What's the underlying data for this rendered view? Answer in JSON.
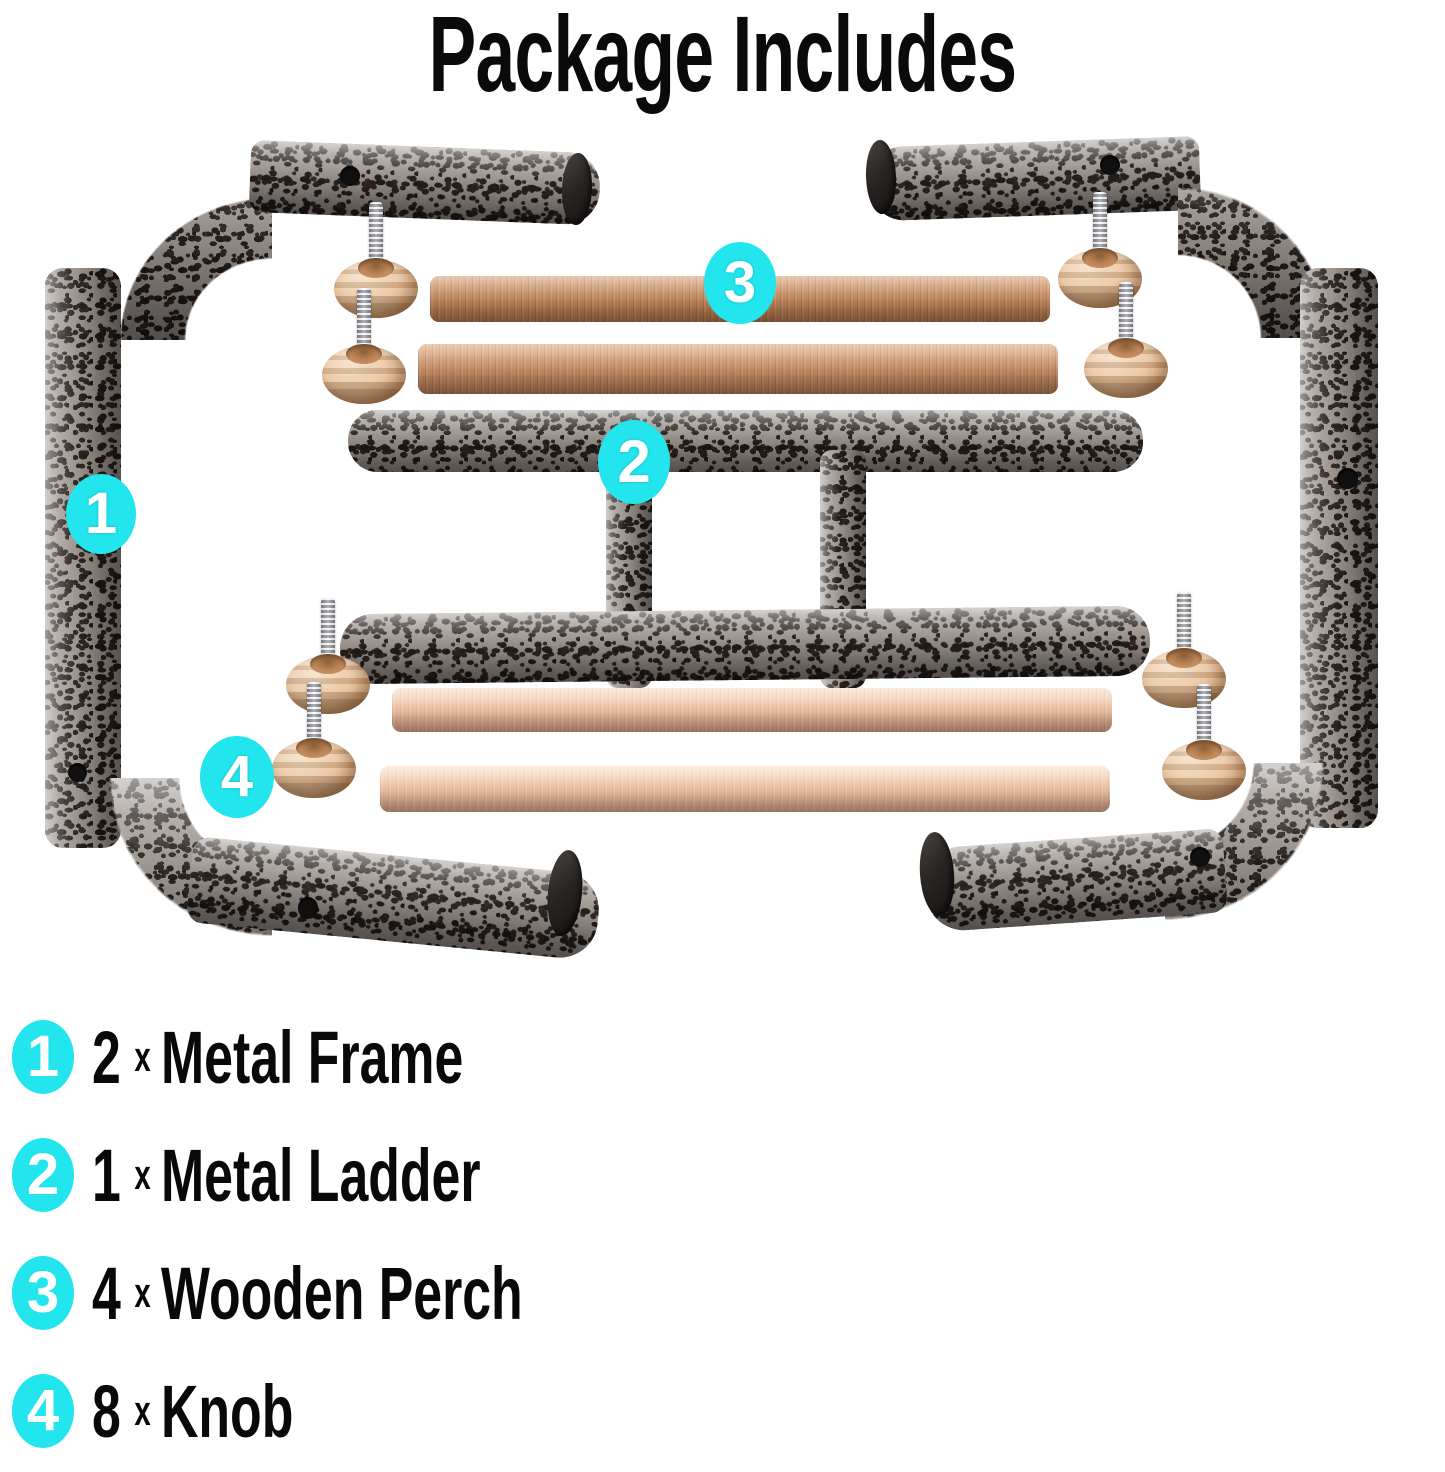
{
  "header": {
    "title": "Package Includes"
  },
  "colors": {
    "badge_cyan": "#22E5ED",
    "badge_text": "#FFFFFF",
    "text_black": "#090909",
    "metal_base": "#9A928C",
    "metal_speck": "#231C18",
    "endcap_dark": "#2A2624",
    "wood_perch_top": "#C08058",
    "wood_perch_bottom": "#EFC3A6",
    "knob_tan": "#E8BF96",
    "screw_silver": "#D6D8DC",
    "background": "#FFFFFF"
  },
  "callouts": [
    {
      "id": "1",
      "label": "1",
      "target": "metal-frame"
    },
    {
      "id": "2",
      "label": "2",
      "target": "metal-ladder"
    },
    {
      "id": "3",
      "label": "3",
      "target": "wooden-perch"
    },
    {
      "id": "4",
      "label": "4",
      "target": "knob"
    }
  ],
  "legend": {
    "items": [
      {
        "number": "1",
        "qty": "2",
        "mult": "x",
        "name": "Metal Frame"
      },
      {
        "number": "2",
        "qty": "1",
        "mult": "x",
        "name": "Metal Ladder"
      },
      {
        "number": "3",
        "qty": "4",
        "mult": "x",
        "name": "Wooden Perch"
      },
      {
        "number": "4",
        "qty": "8",
        "mult": "x",
        "name": "Knob"
      }
    ]
  },
  "parts": {
    "metal_frame": {
      "name": "Metal Frame",
      "count": 2
    },
    "metal_ladder": {
      "name": "Metal Ladder",
      "count": 1
    },
    "wooden_perch": {
      "name": "Wooden Perch",
      "count": 4
    },
    "knob": {
      "name": "Knob",
      "count": 8
    }
  }
}
